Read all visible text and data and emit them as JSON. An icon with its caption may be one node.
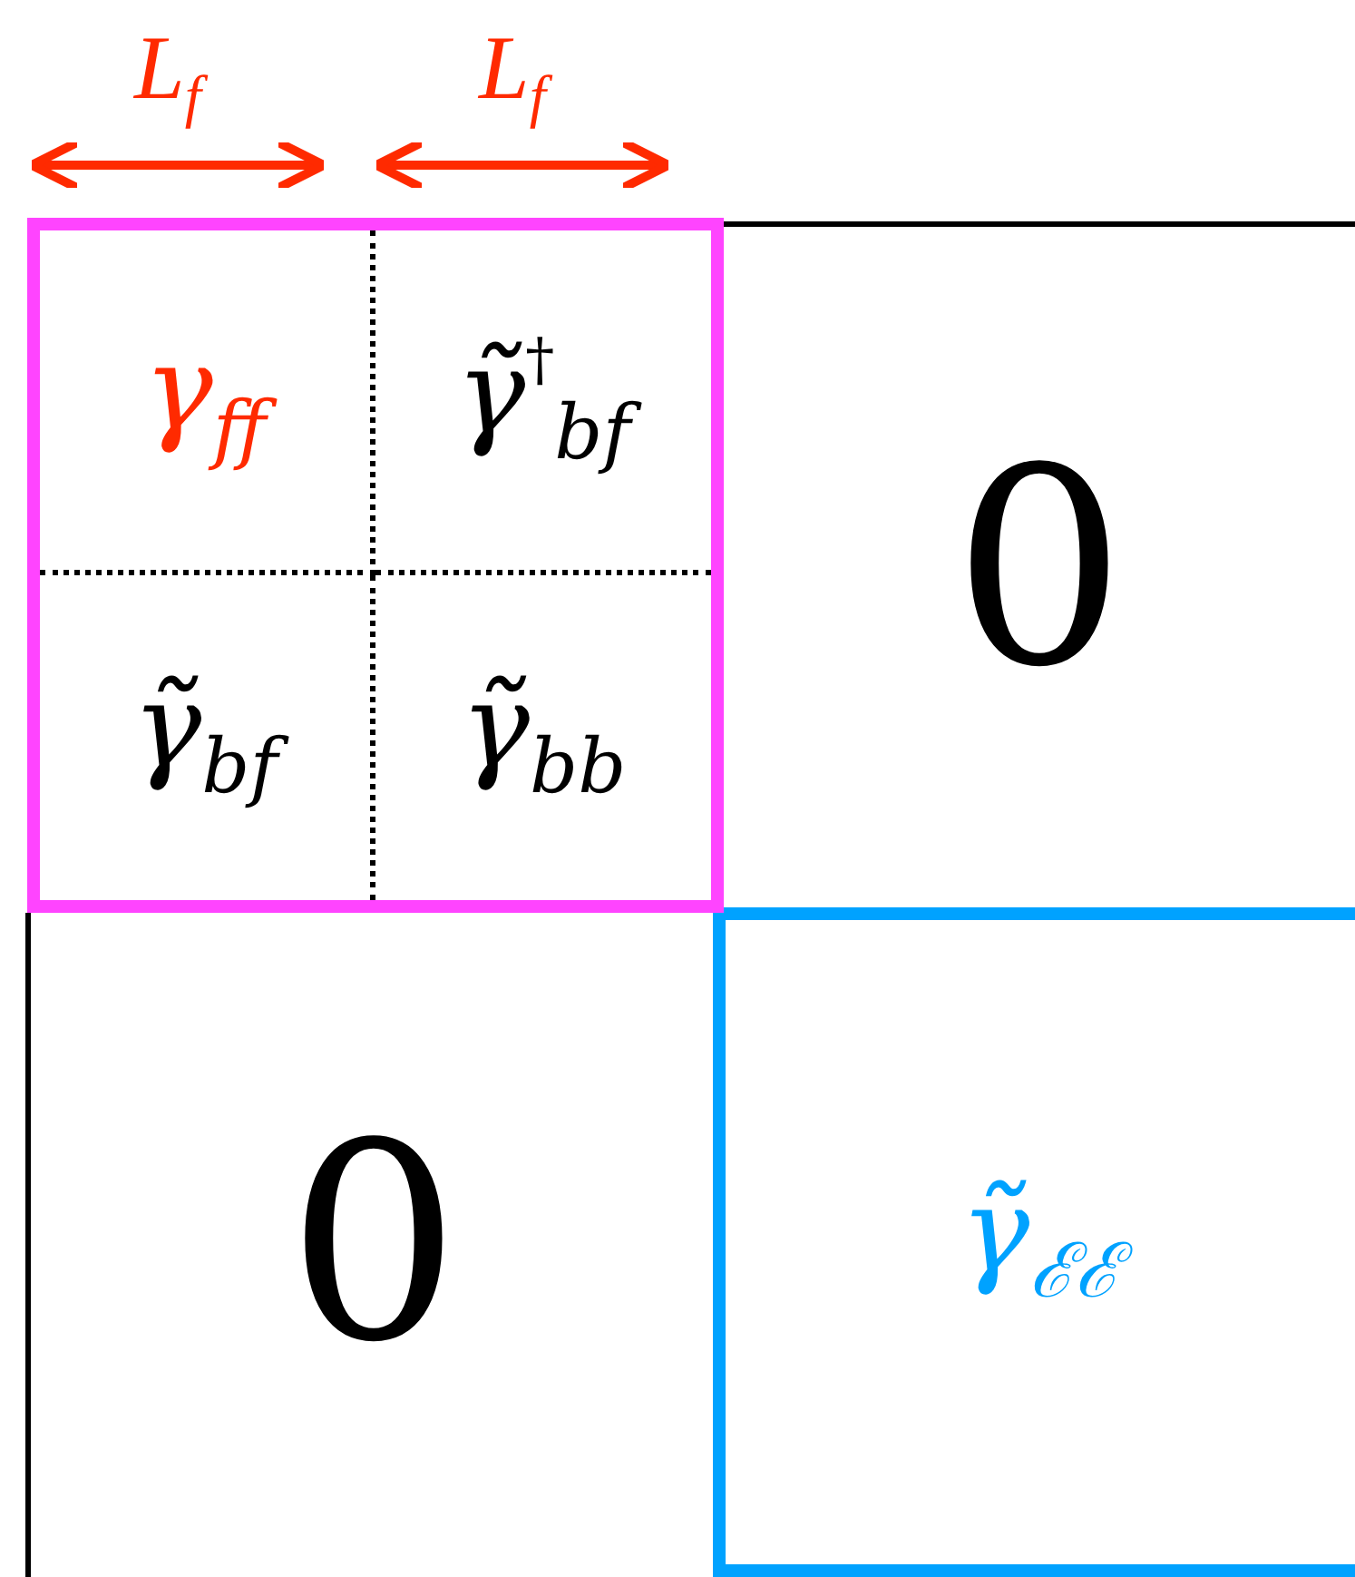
{
  "diagram": {
    "nodes": [
      {
        "text": [],
        "shape": "box"
      },
      {
        "text": [
          "γ$_{ff}$"
        ],
        "in": 0
      },
      {
        "text": [
          "γ̃$^{†}$$_{bf}$"
        ],
        "in": 0
      },
      {
        "text": [
          "γ̃$_{bf}$"
        ],
        "in": 0
      },
      {
        "text": [
          "γ̃$_{bb}$"
        ],
        "in": 0
      },
      {
        "text": [
          "0"
        ]
      },
      {
        "text": [
          "0"
        ]
      },
      {
        "text": [
          "γ̃$_{ℰℰ}$"
        ]
      }
    ],
    "edges": [],
    "labels": [
      "L$_{f}$",
      "L$_{f}$"
    ]
  }
}
